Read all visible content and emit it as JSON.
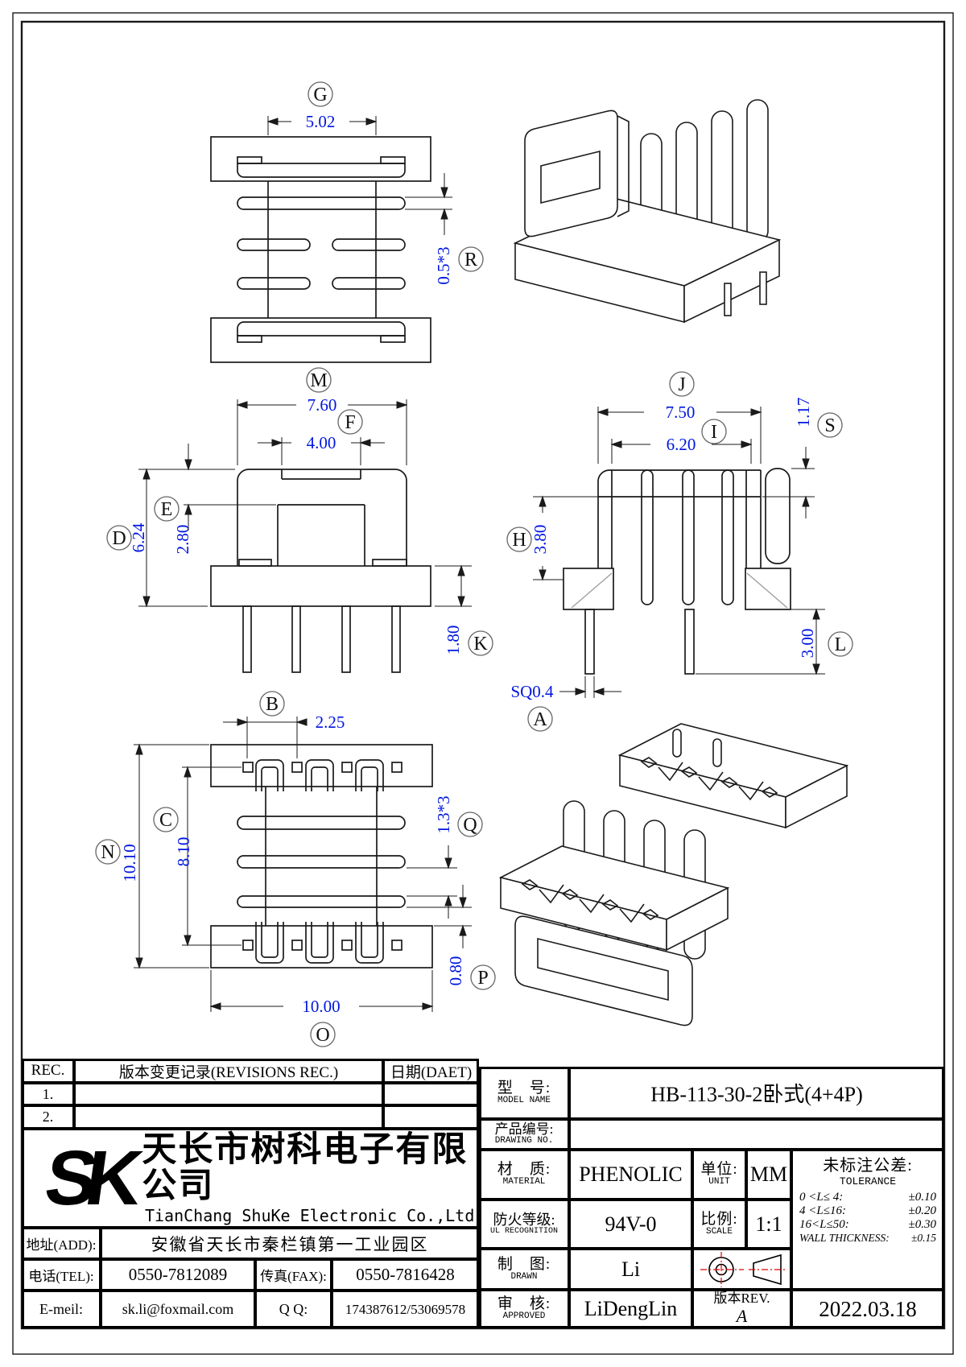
{
  "colors": {
    "dimension": "#0016e0",
    "symbol_axis": "#e00000",
    "line": "#1a1a1a"
  },
  "dims": {
    "G": {
      "id": "G",
      "value": "5.02"
    },
    "R": {
      "id": "R",
      "value": "0.5*3"
    },
    "M": {
      "id": "M",
      "value": "7.60"
    },
    "F": {
      "id": "F",
      "value": "4.00"
    },
    "E": {
      "id": "E",
      "value": "2.80"
    },
    "D": {
      "id": "D",
      "value": "6.24"
    },
    "K": {
      "id": "K",
      "value": "1.80"
    },
    "J": {
      "id": "J",
      "value": "7.50"
    },
    "I": {
      "id": "I",
      "value": "6.20"
    },
    "S": {
      "id": "S",
      "value": "1.17"
    },
    "H": {
      "id": "H",
      "value": "3.80"
    },
    "L": {
      "id": "L",
      "value": "3.00"
    },
    "A": {
      "id": "A",
      "value": "SQ0.4"
    },
    "B": {
      "id": "B",
      "value": "2.25"
    },
    "C": {
      "id": "C",
      "value": "8.10"
    },
    "N": {
      "id": "N",
      "value": "10.10"
    },
    "Q": {
      "id": "Q",
      "value": "1.3*3"
    },
    "P": {
      "id": "P",
      "value": "0.80"
    },
    "O": {
      "id": "O",
      "value": "10.00"
    }
  },
  "title_block": {
    "revisions": {
      "rec_header": "REC.",
      "record_header": "版本变更记录(REVISIONS REC.)",
      "date_header": "日期(DAET)",
      "rows": [
        {
          "no": "1."
        },
        {
          "no": "2."
        }
      ]
    },
    "company": {
      "logo": "SK",
      "name_cn": "天长市树科电子有限公司",
      "name_en": "TianChang ShuKe Electronic Co.,Ltd",
      "addr_label": "地址(ADD):",
      "addr": "安徽省天长市秦栏镇第一工业园区",
      "tel_label": "电话(TEL):",
      "tel": "0550-7812089",
      "fax_label": "传真(FAX):",
      "fax": "0550-7816428",
      "email_label": "E-meil:",
      "email": "sk.li@foxmail.com",
      "qq_label": "Q Q:",
      "qq": "174387612/53069578"
    },
    "spec": {
      "model_label_cn": "型　号:",
      "model_label_en": "MODEL NAME",
      "model": "HB-113-30-2卧式(4+4P)",
      "pn_label_cn": "产品编号:",
      "pn_label_en": "DRAWING NO.",
      "pn": "",
      "material_label_cn": "材　质:",
      "material_label_en": "MATERIAL",
      "material": "PHENOLIC",
      "unit_label_cn": "单位:",
      "unit_label_en": "UNIT",
      "unit": "MM",
      "fire_label_cn": "防火等级:",
      "fire_label_en": "UL RECOGNITION",
      "fire": "94V-0",
      "scale_label_cn": "比例:",
      "scale_label_en": "SCALE",
      "scale": "1:1",
      "drawn_label_cn": "制　图:",
      "drawn_label_en": "DRAWN",
      "drawn": "Li",
      "approved_label_cn": "审　核:",
      "approved_label_en": "APPROVED",
      "approved": "LiDengLin",
      "rev_label": "版本REV.",
      "rev": "A",
      "date": "2022.03.18",
      "tol_title_cn": "未标注公差:",
      "tol_title_en": "TOLERANCE",
      "tolerances": [
        {
          "range": "0 <L≤ 4:",
          "tol": "±0.10"
        },
        {
          "range": "4 <L≤16:",
          "tol": "±0.20"
        },
        {
          "range": "16<L≤50:",
          "tol": "±0.30"
        },
        {
          "range": "WALL THICKNESS:",
          "tol": "±0.15"
        }
      ]
    }
  }
}
